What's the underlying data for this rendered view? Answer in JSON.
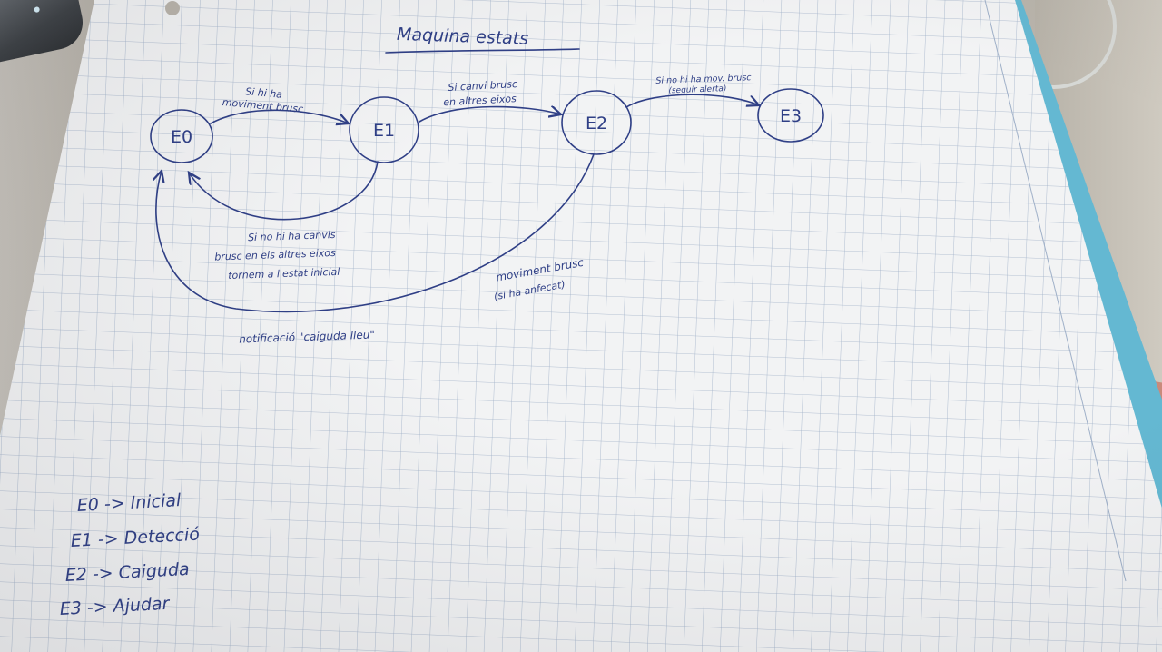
{
  "title": "Maquina estats",
  "states": [
    {
      "id": "E0",
      "label": "E0"
    },
    {
      "id": "E1",
      "label": "E1"
    },
    {
      "id": "E2",
      "label": "E2"
    },
    {
      "id": "E3",
      "label": "E3"
    }
  ],
  "transitions": {
    "e0_e1": [
      "Si hi ha",
      "moviment brusc"
    ],
    "e1_e2": [
      "Si canvi brusc",
      "en altres eixos"
    ],
    "e2_e3": [
      "Si no hi ha mov. brusc",
      "(seguir alerta)"
    ],
    "e1_e0": [
      "Si no hi ha canvis",
      "brusc en els altres eixos",
      "tornem a l'estat inicial"
    ],
    "e2_e0_a": [
      "moviment brusc",
      "(si ha anfecat)"
    ],
    "e2_e0_b": "notificació \"caiguda lleu\""
  },
  "legend": [
    "E0 -> Inicial",
    "E1 -> Detecció",
    "E2 -> Caiguda",
    "E3 -> Ajudar"
  ],
  "colors": {
    "ink": "#2f3f86",
    "grid": "#9fb0c8",
    "paper": "#f2f3f4",
    "folder": "#64b8d2"
  }
}
